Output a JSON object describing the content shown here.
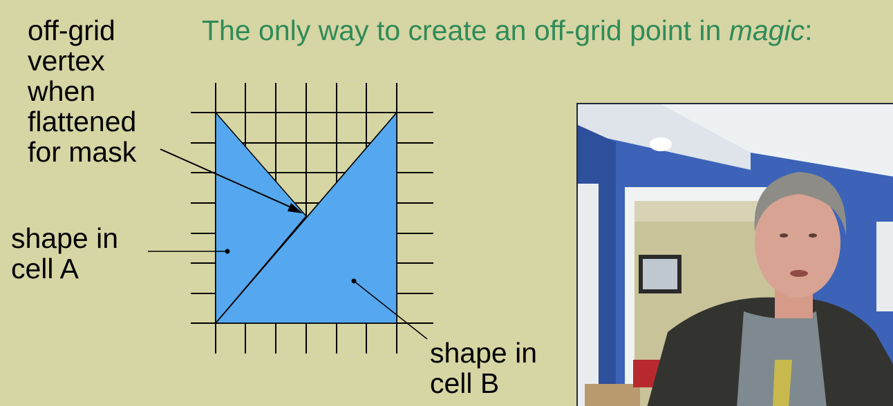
{
  "title": {
    "prefix": "The only way to create an off-grid point in ",
    "emphasis": "magic",
    "suffix": ":"
  },
  "labels": {
    "offgrid": [
      "off-grid",
      "vertex",
      "when",
      "flattened",
      "for mask"
    ],
    "cell_a": [
      "shape in",
      "cell A"
    ],
    "cell_b": [
      "shape in",
      "cell B"
    ]
  },
  "colors": {
    "background": "#d6d5a4",
    "title": "#2f8b57",
    "shape_fill": "#55a8ef",
    "grid": "#000000"
  }
}
